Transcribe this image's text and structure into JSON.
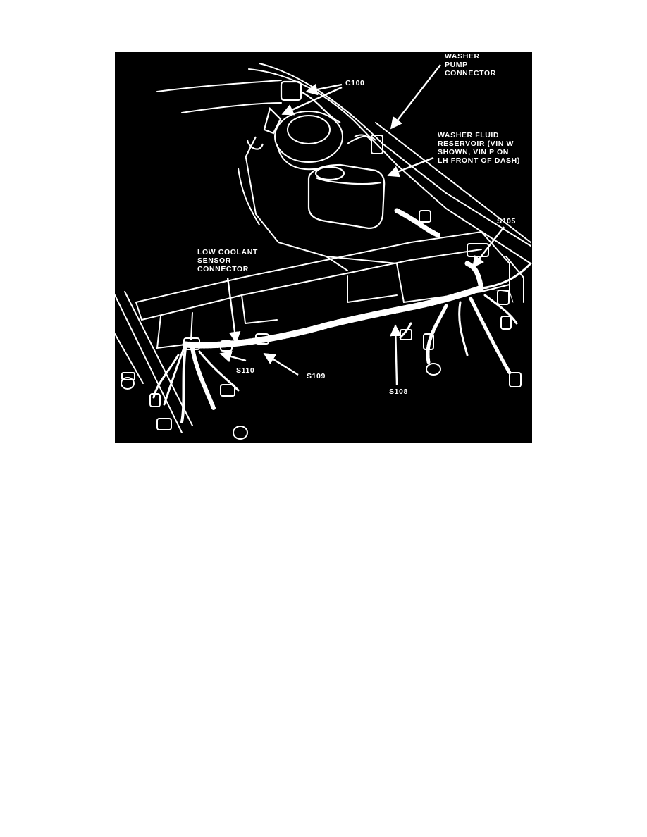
{
  "diagram": {
    "labels": {
      "washer_pump": [
        "WASHER",
        "PUMP",
        "CONNECTOR"
      ],
      "c100": "C100",
      "washer_fluid": [
        "WASHER FLUID",
        "RESERVOIR (VIN W",
        "SHOWN, VIN P ON",
        "LH FRONT OF DASH)"
      ],
      "s105": "S105",
      "low_coolant": [
        "LOW COOLANT",
        "SENSOR",
        "CONNECTOR"
      ],
      "s110": "S110",
      "s109": "S109",
      "s108": "S108"
    }
  }
}
